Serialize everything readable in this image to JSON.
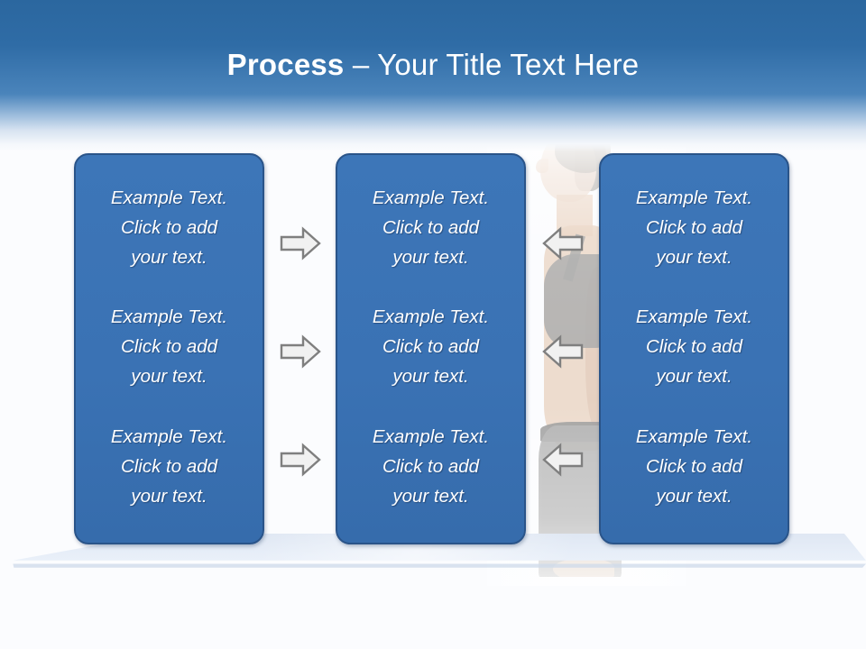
{
  "slide": {
    "title_bold": "Process",
    "title_rest": " – Your Title Text Here",
    "accent_blue": "#3a72b4",
    "header_blue": "#2b679f",
    "box_border": "#2a5489",
    "arrow_stroke": "#808080",
    "arrow_fill": "#f0f0f0",
    "mat_color": "#e4ecf7"
  },
  "columns": [
    {
      "name": "column-left",
      "cells": [
        {
          "line1": "Example Text.",
          "line2": "Click  to add",
          "line3": "your text."
        },
        {
          "line1": "Example Text.",
          "line2": "Click  to add",
          "line3": "your text."
        },
        {
          "line1": "Example Text.",
          "line2": "Click  to add",
          "line3": "your text."
        }
      ]
    },
    {
      "name": "column-middle",
      "cells": [
        {
          "line1": "Example Text.",
          "line2": "Click  to add",
          "line3": "your text."
        },
        {
          "line1": "Example Text.",
          "line2": "Click  to add",
          "line3": "your text."
        },
        {
          "line1": "Example Text.",
          "line2": "Click  to add",
          "line3": "your text."
        }
      ]
    },
    {
      "name": "column-right",
      "cells": [
        {
          "line1": "Example Text.",
          "line2": "Click  to add",
          "line3": "your text."
        },
        {
          "line1": "Example Text.",
          "line2": "Click  to add",
          "line3": "your text."
        },
        {
          "line1": "Example Text.",
          "line2": "Click  to add",
          "line3": "your text."
        }
      ]
    }
  ],
  "arrows": {
    "right": [
      {
        "icon": "arrow-right-icon",
        "direction": "right"
      },
      {
        "icon": "arrow-right-icon",
        "direction": "right"
      },
      {
        "icon": "arrow-right-icon",
        "direction": "right"
      }
    ],
    "left": [
      {
        "icon": "arrow-left-icon",
        "direction": "left"
      },
      {
        "icon": "arrow-left-icon",
        "direction": "left"
      },
      {
        "icon": "arrow-left-icon",
        "direction": "left"
      }
    ]
  },
  "background": {
    "photo_subject": "woman-profile-fitness-photo",
    "mat": "yoga-mat"
  }
}
